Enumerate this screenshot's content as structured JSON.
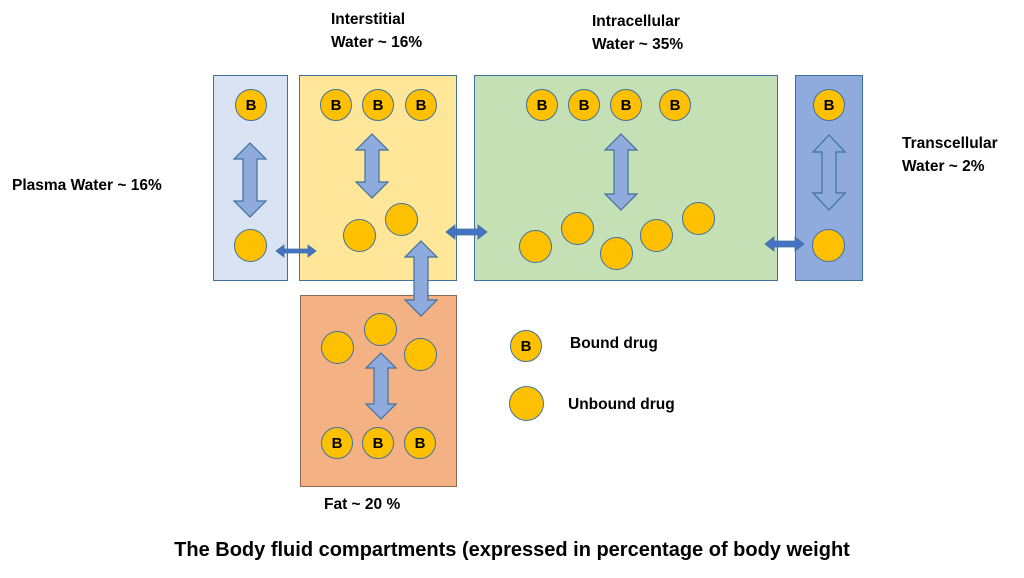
{
  "compartments": {
    "plasma": {
      "label": "Plasma Water ~ 16%",
      "color": "#dae3f3"
    },
    "interstitial": {
      "label_line1": "Interstitial",
      "label_line2": "Water ~ 16%",
      "color": "#ffe699"
    },
    "intracellular": {
      "label_line1": "Intracellular",
      "label_line2": "Water ~ 35%",
      "color": "#c5e0b4"
    },
    "transcellular": {
      "label_line1": "Transcellular",
      "label_line2": "Water ~ 2%",
      "color": "#8faadc"
    },
    "fat": {
      "label": "Fat ~ 20 %",
      "color": "#f4b183"
    }
  },
  "bound_marker": "B",
  "legend": {
    "bound_label": "Bound drug",
    "unbound_label": "Unbound drug"
  },
  "caption": "The Body fluid compartments (expressed in percentage of body weight",
  "colors": {
    "drug_fill": "#ffc000",
    "outline": "#41719c",
    "arrow_fill": "#8faadc",
    "connector_arrow": "#4472c4"
  }
}
